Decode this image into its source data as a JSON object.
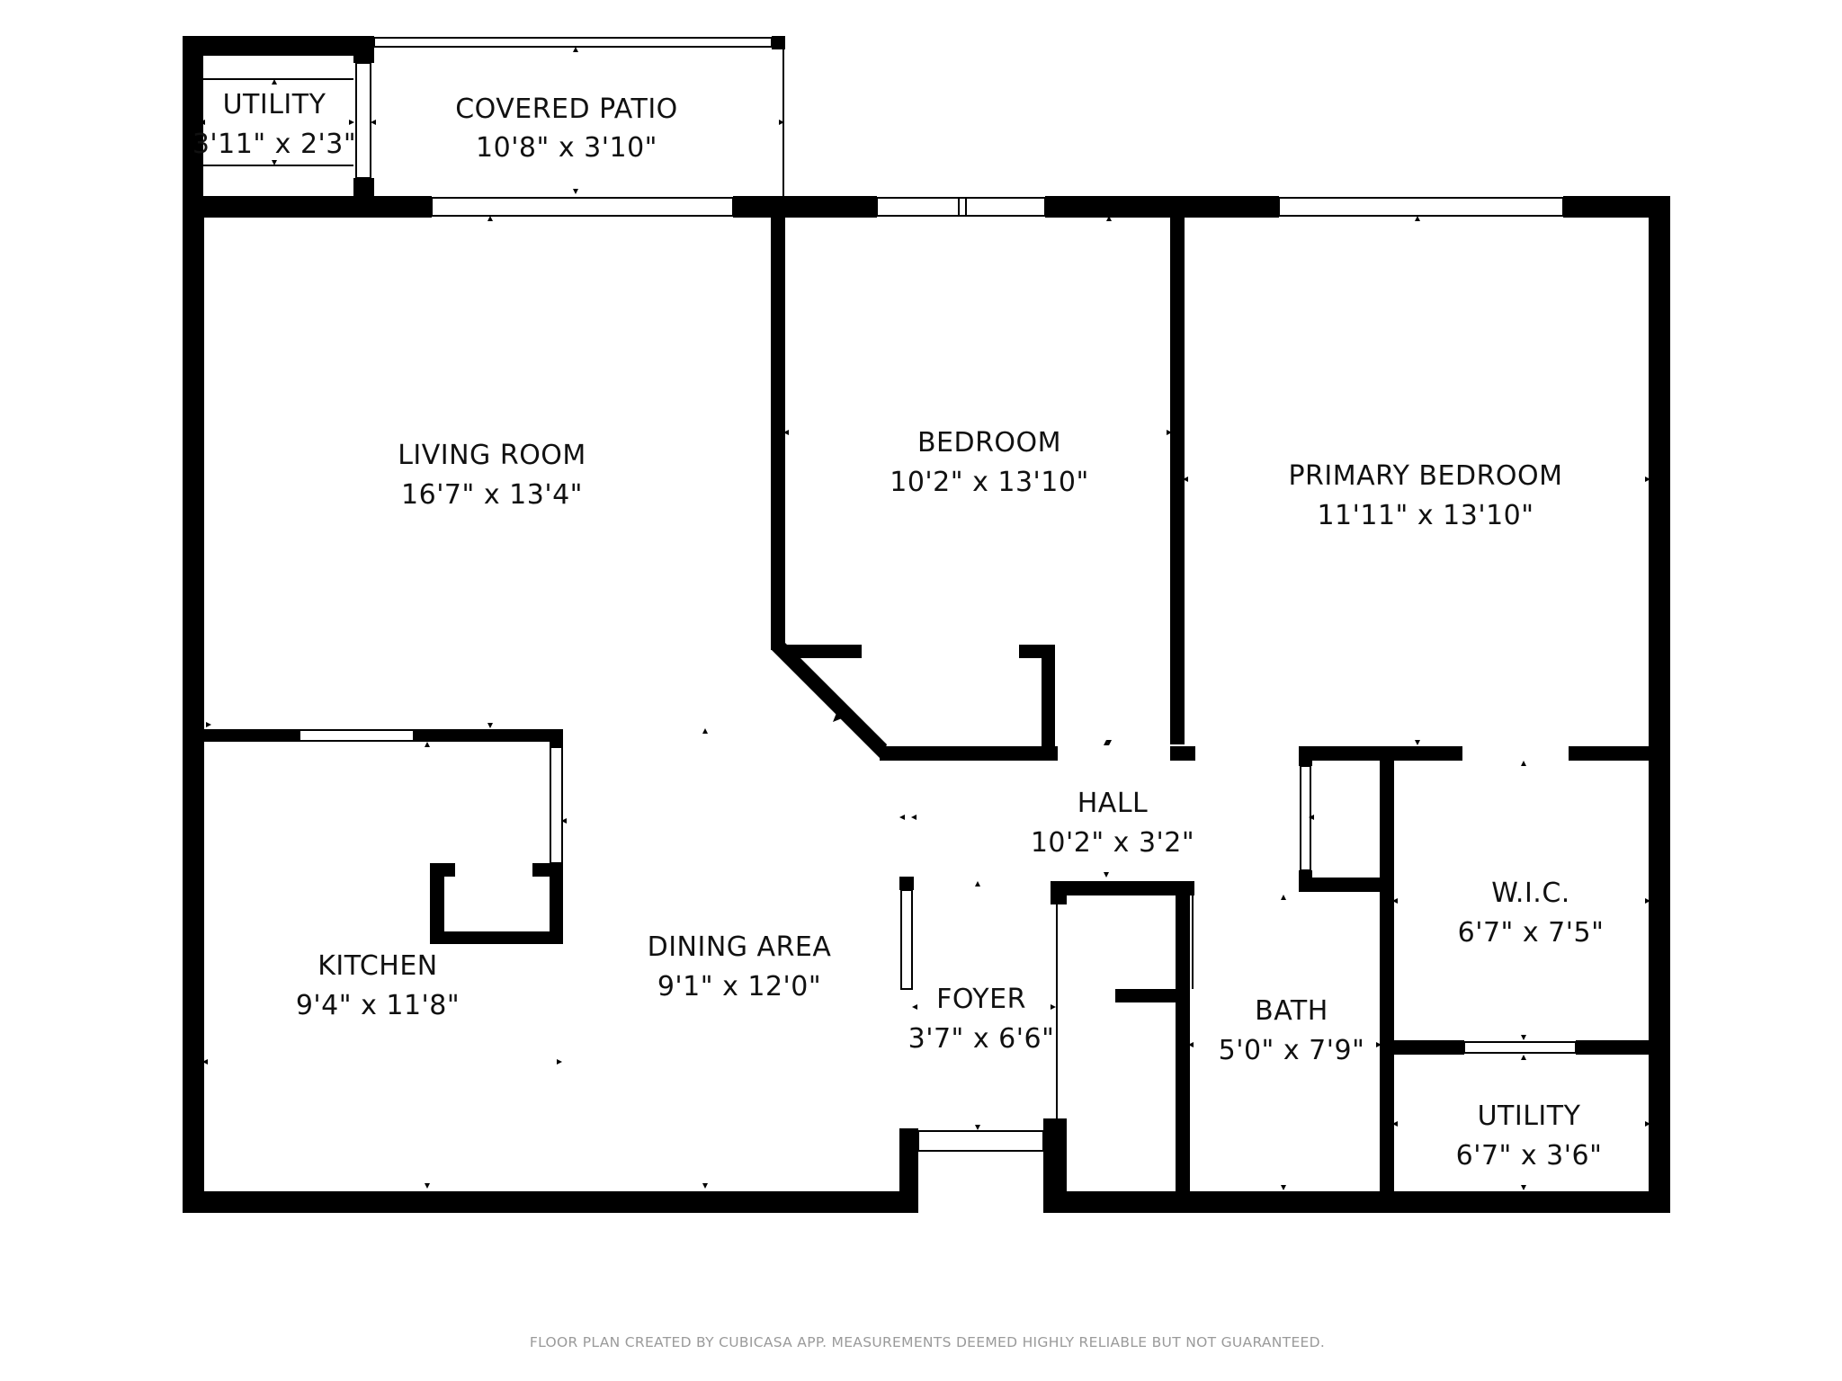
{
  "colors": {
    "wall": "#000000",
    "background": "#ffffff",
    "text": "#111111",
    "footer_text": "#9a9a9a"
  },
  "rooms": [
    {
      "id": "utility-top",
      "name": "UTILITY",
      "dimensions": "3'11\" x 2'3\""
    },
    {
      "id": "covered-patio",
      "name": "COVERED PATIO",
      "dimensions": "10'8\" x 3'10\""
    },
    {
      "id": "living-room",
      "name": "LIVING ROOM",
      "dimensions": "16'7\" x 13'4\""
    },
    {
      "id": "bedroom",
      "name": "BEDROOM",
      "dimensions": "10'2\" x 13'10\""
    },
    {
      "id": "primary-bedroom",
      "name": "PRIMARY BEDROOM",
      "dimensions": "11'11\" x 13'10\""
    },
    {
      "id": "hall",
      "name": "HALL",
      "dimensions": "10'2\" x 3'2\""
    },
    {
      "id": "kitchen",
      "name": "KITCHEN",
      "dimensions": "9'4\" x 11'8\""
    },
    {
      "id": "dining-area",
      "name": "DINING AREA",
      "dimensions": "9'1\" x 12'0\""
    },
    {
      "id": "foyer",
      "name": "FOYER",
      "dimensions": "3'7\" x 6'6\""
    },
    {
      "id": "bath",
      "name": "BATH",
      "dimensions": "5'0\" x 7'9\""
    },
    {
      "id": "wic",
      "name": "W.I.C.",
      "dimensions": "6'7\" x 7'5\""
    },
    {
      "id": "utility-bottom",
      "name": "UTILITY",
      "dimensions": "6'7\" x 3'6\""
    }
  ],
  "footer": "FLOOR PLAN CREATED BY CUBICASA APP. MEASUREMENTS DEEMED HIGHLY RELIABLE BUT NOT GUARANTEED."
}
